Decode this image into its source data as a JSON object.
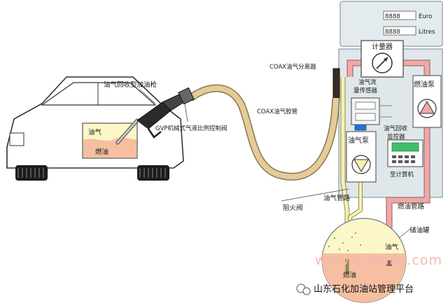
{
  "labels": {
    "nozzle": "油气回收型加油枪",
    "vapor_in_car": "油气",
    "fuel_in_car": "燃油",
    "gvp_valve": "GVP机械式气液比例控制阀",
    "coax_separator": "COAX油气分离器",
    "coax_hose": "COAX油气胶管",
    "meter": "计量器",
    "flow_sensor": "油气流量传感器",
    "fuel_pump": "燃油泵",
    "vapor_pump": "油气泵",
    "monitor": "油气回收监控器",
    "to_computer": "至计算机",
    "flame_arrester": "阻火阀",
    "vapor_pipe": "油气管路",
    "fuel_pipe": "燃油管路",
    "tank": "储油罐",
    "tank_vapor": "油气",
    "tank_fuel": "燃油"
  },
  "display": {
    "unit_top": "Euro",
    "unit_bottom": "Litres"
  },
  "watermark": "www.baimao.com",
  "brand": "山东石化加油站管理平台",
  "colors": {
    "fuel_line": "#f2a7a7",
    "vapor_line": "#f6f1b0",
    "hose": "#d9c08f",
    "tank_fuel": "#f6bfa2",
    "tank_vapor": "#fbf7c9",
    "dispenser": "#dfe7ea"
  }
}
